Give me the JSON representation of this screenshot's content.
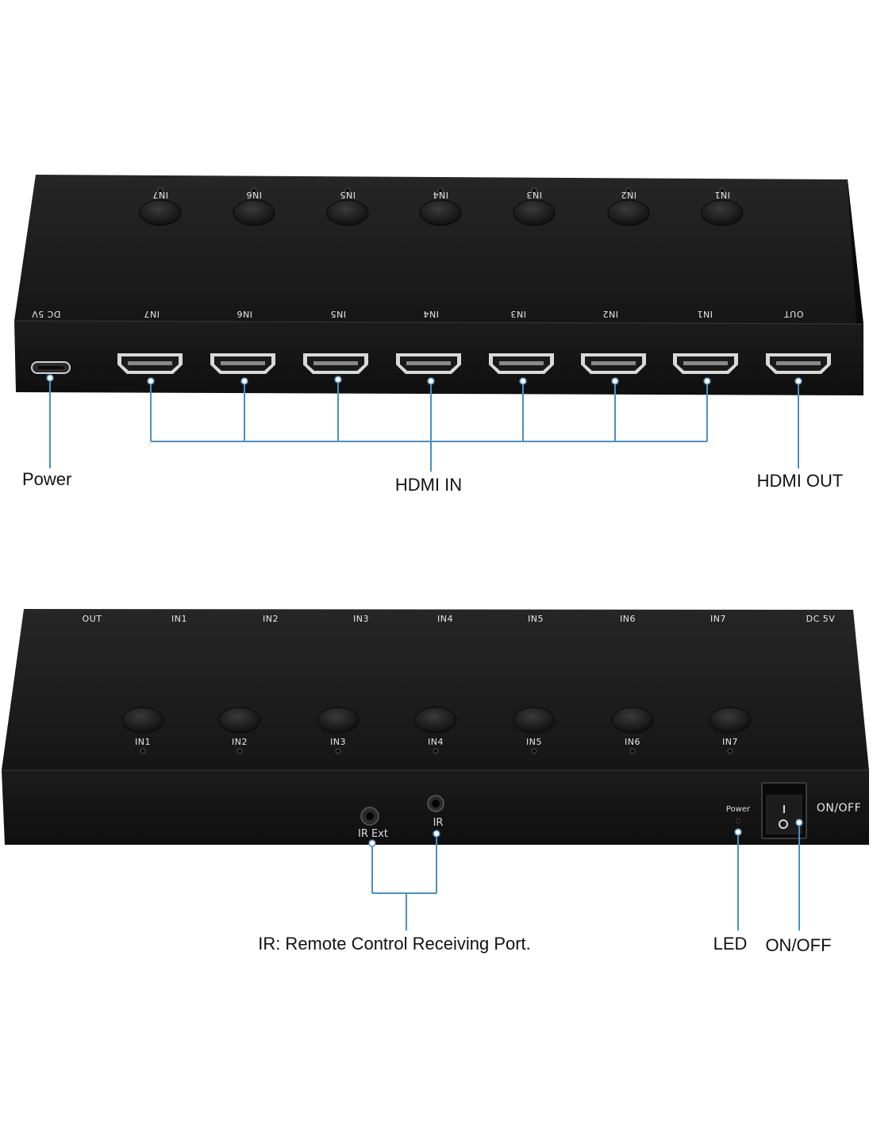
{
  "colors": {
    "device_body": "#1b1b1b",
    "device_face": "#141414",
    "leader_line": "#4a8fc4",
    "callout_text": "#111111",
    "port_label": "#e8e8e8"
  },
  "top_view": {
    "button_labels": [
      "IN7",
      "IN6",
      "IN5",
      "IN4",
      "IN3",
      "IN2",
      "IN1"
    ],
    "port_labels": [
      "DC 5V",
      "IN7",
      "IN6",
      "IN5",
      "IN4",
      "IN3",
      "IN2",
      "IN1",
      "OUT"
    ],
    "callouts": {
      "power": "Power",
      "hdmi_in": "HDMI IN",
      "hdmi_out": "HDMI OUT"
    }
  },
  "bottom_view": {
    "top_labels": [
      "OUT",
      "IN1",
      "IN2",
      "IN3",
      "IN4",
      "IN5",
      "IN6",
      "IN7",
      "DC 5V"
    ],
    "button_labels": [
      "IN1",
      "IN2",
      "IN3",
      "IN4",
      "IN5",
      "IN6",
      "IN7"
    ],
    "port_labels": {
      "ir_ext": "IR Ext",
      "ir": "IR",
      "power_led": "Power",
      "switch": "ON/OFF"
    },
    "callouts": {
      "ir": "IR: Remote Control Receiving Port.",
      "led": "LED",
      "on_off": "ON/OFF"
    }
  }
}
